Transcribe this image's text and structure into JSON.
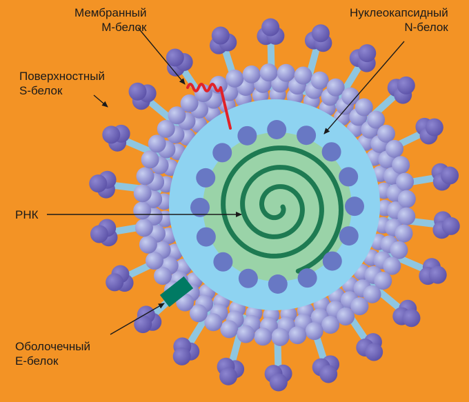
{
  "labels": {
    "membrane": {
      "line1": "Мембранный",
      "line2": "M-белок"
    },
    "nucleocapsid": {
      "line1": "Нуклеокапсидный",
      "line2": "N-белок"
    },
    "surface": {
      "line1": "Поверхностный",
      "line2": "S-белок"
    },
    "rna": "РНК",
    "envelope": {
      "line1": "Оболочечный",
      "line2": "E-белок"
    }
  },
  "colors": {
    "background": "#f39325",
    "spike": "#6e63b5",
    "spike_stalk": "#8fc6e0",
    "envelope_beads": "#9a9bd6",
    "capsid": "#8ed3f1",
    "nucleoprotein": "#6878c4",
    "rna_disk": "#9ad3a8",
    "rna_strand": "#1e7a52",
    "membrane_protein": "#e12228",
    "envelope_protein": "#007a63",
    "arrows": "#1a1a1a"
  },
  "icons": [
    "spike-protein-icon",
    "membrane-protein-icon",
    "envelope-protein-icon",
    "rna-spiral-icon"
  ]
}
